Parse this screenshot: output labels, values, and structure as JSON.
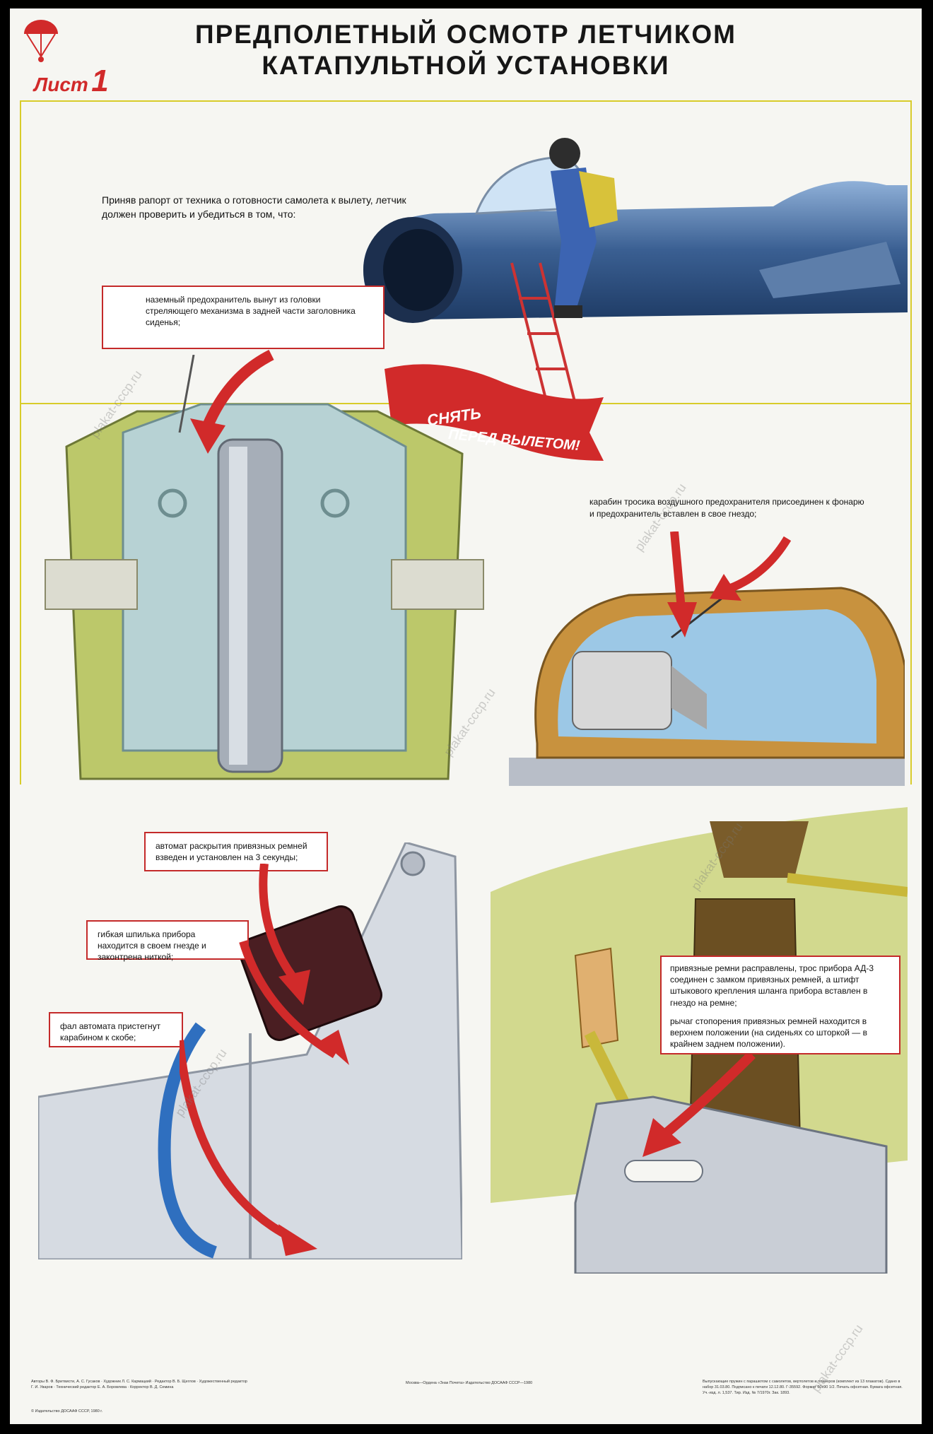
{
  "header": {
    "title_line_1": "ПРЕДПОЛЕТНЫЙ ОСМОТР ЛЕТЧИКОМ",
    "title_line_2": "КАТАПУЛЬТНОЙ УСТАНОВКИ",
    "sheet_word": "Лист",
    "sheet_number": "1"
  },
  "intro": "Приняв рапорт от техника о готовности самолета к вылету, летчик должен проверить и убедиться в том, что:",
  "banner": {
    "line_1": "СНЯТЬ",
    "line_2": "ПЕРЕД ВЫЛЕТОМ!"
  },
  "callouts": {
    "ground_safety": "наземный предохранитель вынут из головки стреляющего механизма в задней части заголовника сиденья;",
    "carabiner": "карабин тросика воздушного предохранителя присоединен к фонарю и предохранитель вставлен в свое гнездо;",
    "automat_armed": "автомат раскрытия привязных ремней взведен и установлен на 3 секунды;",
    "flexible_pin": "гибкая шпилька прибора находится в своем гнезде и законтрена ниткой;",
    "lanyard": "фал автомата пристегнут карабином к скобе;",
    "harness": "привязные ремни расправлены, трос прибора АД-3 соединен с замком привязных ремней, а штифт штыкового крепления шланга прибора вставлен в гнездо на ремне;",
    "lever": "рычаг стопорения привязных ремней находится в верхнем положении (на сиденьях со шторкой — в крайнем заднем положении)."
  },
  "credits": {
    "authors": "Авторы В. Ф. Бритвисти, А. С. Гусаков · Художник Л. С. Кармацкий · Редактор В. Б. Щеглов · Художественный редактор Г. И. Уваров · Технический редактор Е. А. Боровлева · Корректор В. Д. Семина",
    "copyright": "© Издательство ДОСААФ СССР, 1980 г.",
    "publisher": "Москва—Ордена «Знак Почета» Издательство ДОСААФ СССР—1980",
    "print_info": "Выпускающие пружин с парашютом с самолетов, вертолетов и планеров (комплект из 13 плакатов). Сдано в набор 31.03.80. Подписано к печати 12.12.80. Г-35592. Формат 60х90 1/2. Печать офсетная. Бумага офсетная. Уч.-изд. л. 1,537. Тир. Изд. № 7/1970г. Зак. 1893."
  },
  "watermark": "plakat-cccp.ru",
  "colors": {
    "accent_red": "#d12a2a",
    "frame_yellow": "#d8cc2a",
    "aircraft_blue": "#3a5f92",
    "mechanism_green": "#bcc86a",
    "metal_grey": "#c9ced6"
  },
  "icons": {
    "logo": "parachute-icon"
  }
}
